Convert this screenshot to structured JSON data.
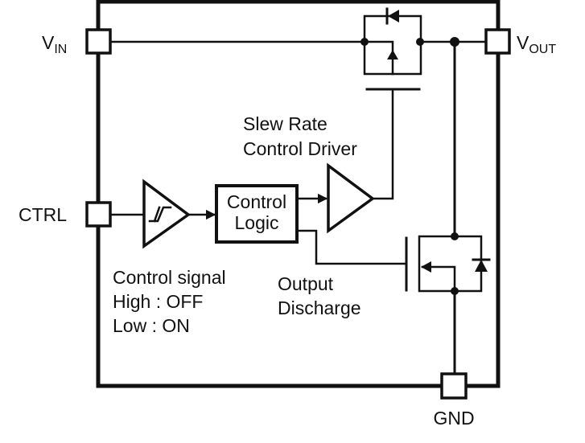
{
  "diagram": {
    "type": "block-diagram",
    "description": "Load switch internal block diagram",
    "colors": {
      "line": "#111111",
      "background": "#ffffff"
    },
    "pins": {
      "vin": {
        "main": "V",
        "sub": "IN"
      },
      "vout": {
        "main": "V",
        "sub": "OUT"
      },
      "ctrl": {
        "label": "CTRL"
      },
      "gnd": {
        "label": "GND"
      }
    },
    "blocks": {
      "control_logic": {
        "line1": "Control",
        "line2": "Logic"
      },
      "driver_label": {
        "line1": "Slew Rate",
        "line2": "Control Driver"
      },
      "schmitt_buffer": {
        "symbol": "hysteresis-icon"
      }
    },
    "annotations": {
      "control_signal": {
        "line1": "Control signal",
        "line2": "High : OFF",
        "line3": "Low : ON"
      },
      "output_discharge": {
        "line1": "Output",
        "line2": "Discharge"
      }
    },
    "components": [
      {
        "id": "pmos-switch",
        "kind": "P-channel MOSFET with body diode"
      },
      {
        "id": "nmos-discharge",
        "kind": "N-channel MOSFET with body diode"
      }
    ]
  }
}
